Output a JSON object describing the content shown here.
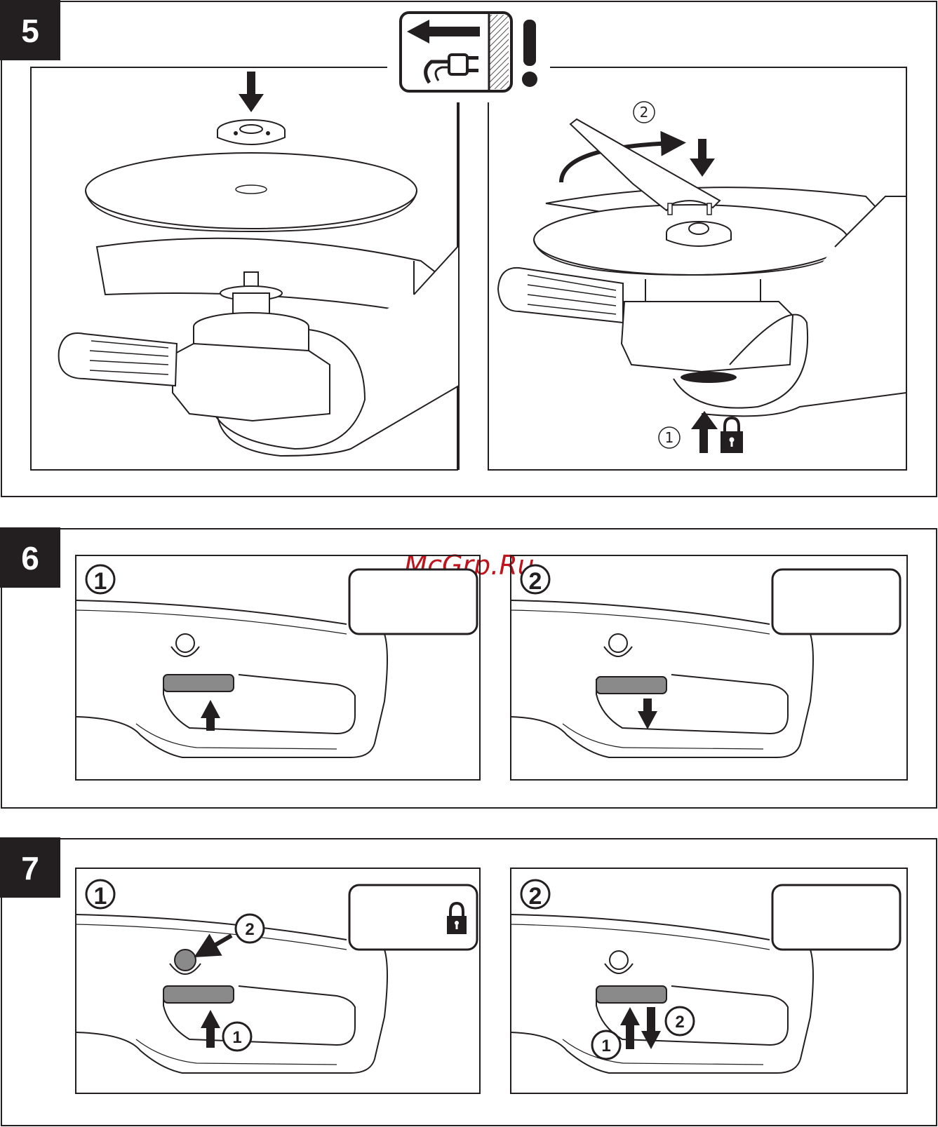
{
  "watermark": "McGrp.Ru",
  "sections": [
    {
      "number": "5",
      "panels": [
        {
          "callouts": []
        },
        {
          "callouts": [
            "2",
            "1"
          ]
        }
      ]
    },
    {
      "number": "6",
      "panels": [
        {
          "step": "1"
        },
        {
          "step": "2"
        }
      ]
    },
    {
      "number": "7",
      "panels": [
        {
          "step": "1",
          "callouts": [
            "2",
            "1"
          ]
        },
        {
          "step": "2",
          "callouts": [
            "2",
            "1"
          ]
        }
      ]
    }
  ],
  "icons": [
    "unplug-warning-icon",
    "lock-icon",
    "arrow-up-icon",
    "arrow-down-icon",
    "rotate-arrow-icon"
  ],
  "colors": {
    "ink": "#231f20",
    "gray": "#8a8a8a",
    "watermark": "#c0141c"
  }
}
